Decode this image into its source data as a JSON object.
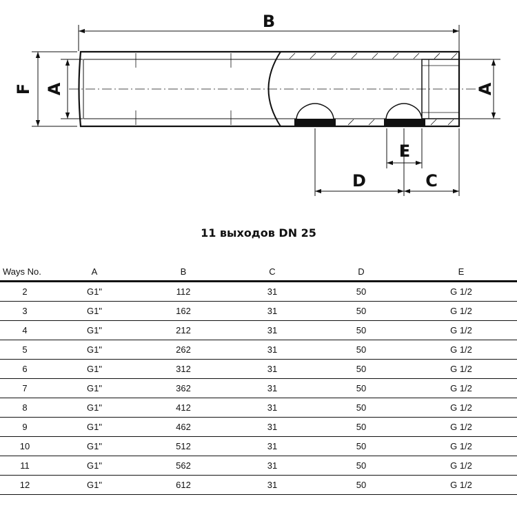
{
  "drawing": {
    "labels": {
      "b": "B",
      "f": "F",
      "a_left": "A",
      "a_right": "A",
      "e": "E",
      "d": "D",
      "c": "C"
    }
  },
  "title": "11 выходов DN 25",
  "table": {
    "headers": [
      "Ways No.",
      "A",
      "B",
      "C",
      "D",
      "E"
    ],
    "rows": [
      [
        "2",
        "G1\"",
        "112",
        "31",
        "50",
        "G 1/2"
      ],
      [
        "3",
        "G1\"",
        "162",
        "31",
        "50",
        "G 1/2"
      ],
      [
        "4",
        "G1\"",
        "212",
        "31",
        "50",
        "G 1/2"
      ],
      [
        "5",
        "G1\"",
        "262",
        "31",
        "50",
        "G 1/2"
      ],
      [
        "6",
        "G1\"",
        "312",
        "31",
        "50",
        "G 1/2"
      ],
      [
        "7",
        "G1\"",
        "362",
        "31",
        "50",
        "G 1/2"
      ],
      [
        "8",
        "G1\"",
        "412",
        "31",
        "50",
        "G 1/2"
      ],
      [
        "9",
        "G1\"",
        "462",
        "31",
        "50",
        "G 1/2"
      ],
      [
        "10",
        "G1\"",
        "512",
        "31",
        "50",
        "G 1/2"
      ],
      [
        "11",
        "G1\"",
        "562",
        "31",
        "50",
        "G 1/2"
      ],
      [
        "12",
        "G1\"",
        "612",
        "31",
        "50",
        "G 1/2"
      ]
    ]
  }
}
